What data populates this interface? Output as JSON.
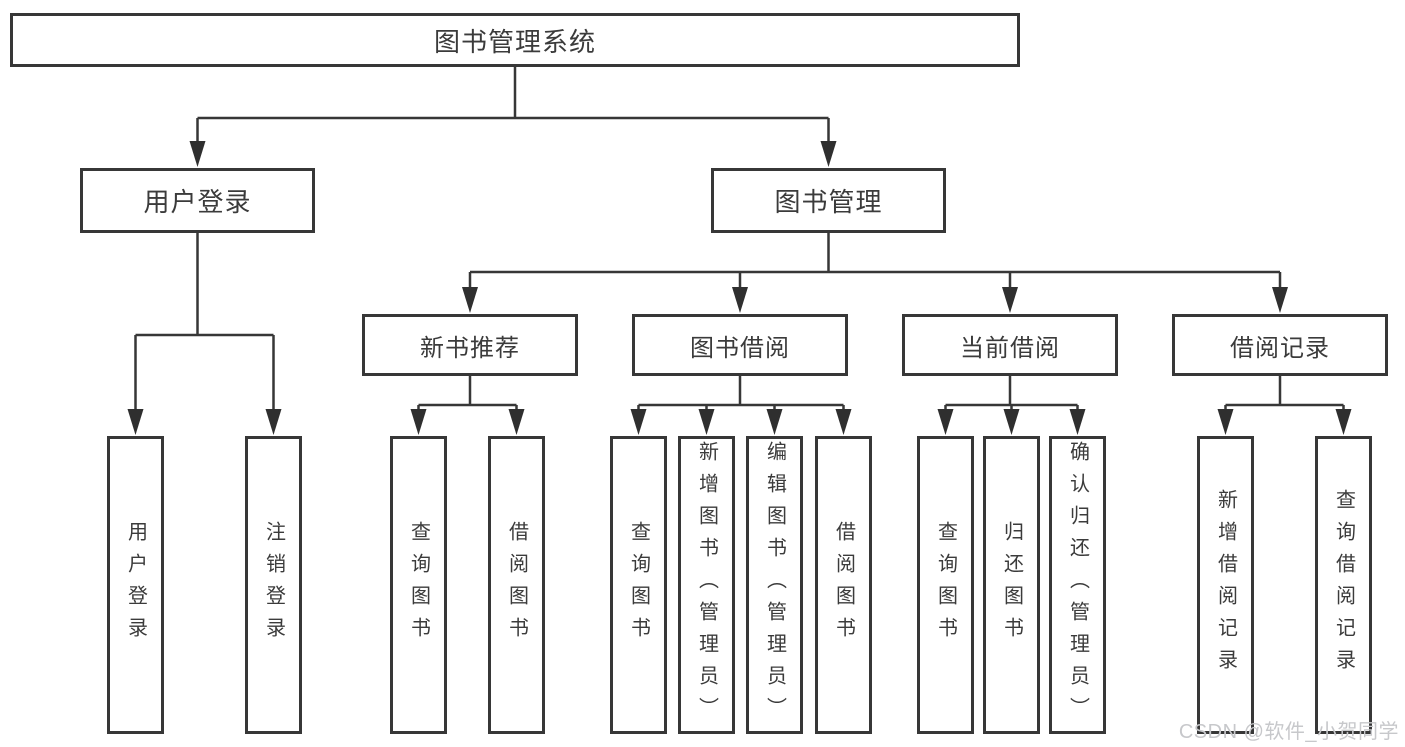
{
  "colors": {
    "line": "#373737",
    "text": "#3b3b3b",
    "watermark": "#c7c8cb"
  },
  "watermark": "CSDN @软件_小贺同学",
  "tree": {
    "root": "图书管理系统",
    "level2": [
      {
        "label": "用户登录",
        "children": [
          "用户登录",
          "注销登录"
        ]
      },
      {
        "label": "图书管理",
        "children": [
          {
            "label": "新书推荐",
            "children": [
              "查询图书",
              "借阅图书"
            ]
          },
          {
            "label": "图书借阅",
            "children": [
              "查询图书",
              "新增图书（管理员）",
              "编辑图书（管理员）",
              "借阅图书"
            ]
          },
          {
            "label": "当前借阅",
            "children": [
              "查询图书",
              "归还图书",
              "确认归还（管理员）"
            ]
          },
          {
            "label": "借阅记录",
            "children": [
              "新增借阅记录",
              "查询借阅记录"
            ]
          }
        ]
      }
    ]
  }
}
